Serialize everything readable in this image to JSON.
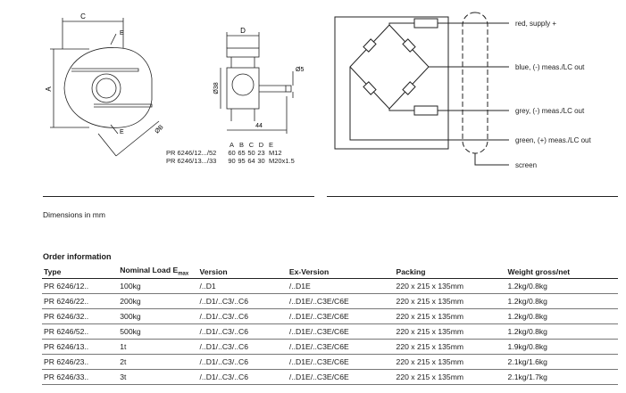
{
  "drawing": {
    "dims": {
      "a": "A",
      "b": "ØB",
      "c": "C",
      "d": "D",
      "e": "E",
      "e2": "E",
      "d38": "Ø38",
      "d5": "Ø5",
      "w44": "44"
    },
    "table": {
      "headers": [
        "A",
        "B",
        "C",
        "D",
        "E"
      ],
      "rows": [
        {
          "model": "PR 6246/12.../52",
          "values": [
            "60",
            "65",
            "50",
            "23",
            "M12"
          ]
        },
        {
          "model": "PR 6246/13.../33",
          "values": [
            "90",
            "95",
            "64",
            "30",
            "M20x1.5"
          ]
        }
      ]
    }
  },
  "wiring": {
    "red": "red, supply +",
    "blue": "blue, (-) meas./LC out",
    "grey": "grey, (-) meas./LC out",
    "green": "green, (+) meas./LC out",
    "screen": "screen"
  },
  "dimensions_note": "Dimensions in mm",
  "order": {
    "title": "Order information",
    "headers": {
      "type": "Type",
      "load": "Nominal Load E",
      "load_sub": "max",
      "version": "Version",
      "ex": "Ex-Version",
      "packing": "Packing",
      "weight": "Weight gross/net"
    },
    "rows": [
      {
        "type": "PR 6246/12..",
        "load": "100kg",
        "version": "/..D1",
        "ex": "/..D1E",
        "packing": "220 x 215 x 135mm",
        "weight": "1.2kg/0.8kg"
      },
      {
        "type": "PR 6246/22..",
        "load": "200kg",
        "version": "/..D1/..C3/..C6",
        "ex": "/..D1E/..C3E/C6E",
        "packing": "220 x 215 x 135mm",
        "weight": "1.2kg/0.8kg"
      },
      {
        "type": "PR 6246/32..",
        "load": "300kg",
        "version": "/..D1/..C3/..C6",
        "ex": "/..D1E/..C3E/C6E",
        "packing": "220 x 215 x 135mm",
        "weight": "1.2kg/0.8kg"
      },
      {
        "type": "PR 6246/52..",
        "load": "500kg",
        "version": "/..D1/..C3/..C6",
        "ex": "/..D1E/..C3E/C6E",
        "packing": "220 x 215 x 135mm",
        "weight": "1.2kg/0.8kg"
      },
      {
        "type": "PR 6246/13..",
        "load": "1t",
        "version": "/..D1/..C3/..C6",
        "ex": "/..D1E/..C3E/C6E",
        "packing": "220 x 215 x 135mm",
        "weight": "1.9kg/0.8kg"
      },
      {
        "type": "PR 6246/23..",
        "load": "2t",
        "version": "/..D1/..C3/..C6",
        "ex": "/..D1E/..C3E/C6E",
        "packing": "220 x 215 x 135mm",
        "weight": "2.1kg/1.6kg"
      },
      {
        "type": "PR 6246/33..",
        "load": "3t",
        "version": "/..D1/..C3/..C6",
        "ex": "/..D1E/..C3E/C6E",
        "packing": "220 x 215 x 135mm",
        "weight": "2.1kg/1.7kg"
      }
    ]
  }
}
